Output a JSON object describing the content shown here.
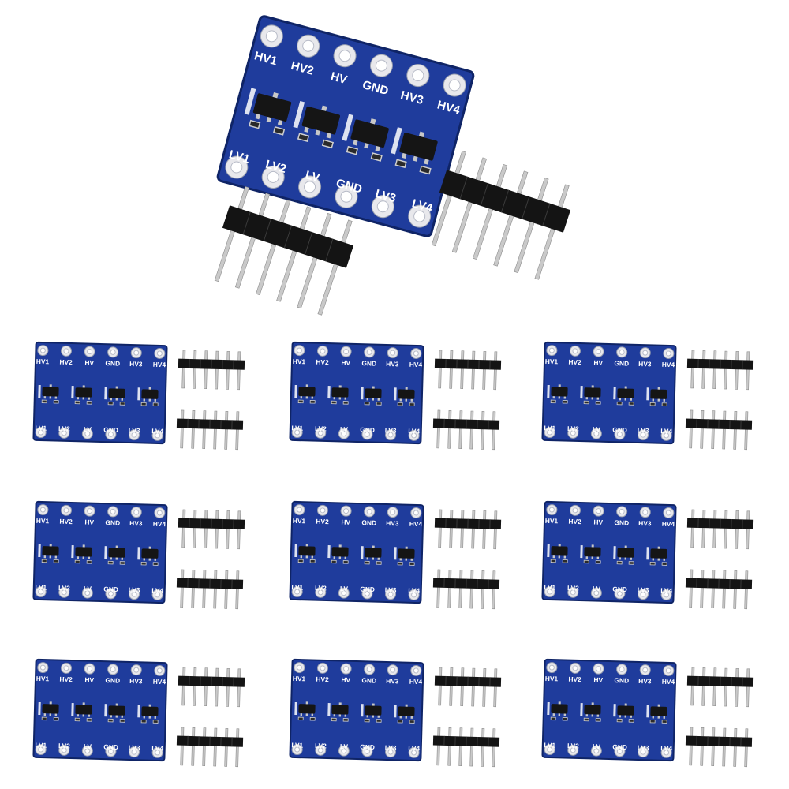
{
  "board": {
    "top_labels": [
      "HV1",
      "HV2",
      "HV",
      "GND",
      "HV3",
      "HV4"
    ],
    "bottom_labels": [
      "LV1",
      "LV2",
      "LV",
      "GND",
      "LV3",
      "LV4"
    ],
    "pins_per_header": 6,
    "pcb_color": "#1f3c9c",
    "pcb_dark": "#142a75",
    "pad_color": "#e8e8ec",
    "header_color": "#141414",
    "pin_color": "#c9c9c9"
  },
  "photo": {
    "main_module_count": 1,
    "grid_rows": 3,
    "grid_cols": 3
  }
}
